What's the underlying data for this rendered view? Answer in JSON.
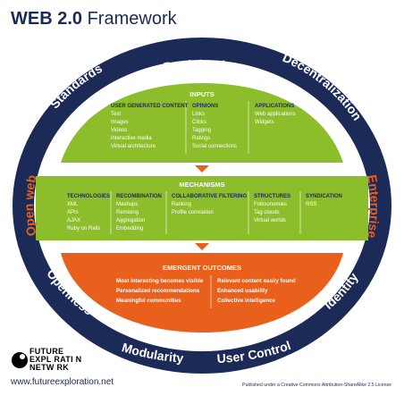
{
  "title": {
    "bold": "WEB 2.0",
    "rest": " Framework"
  },
  "ring_labels": {
    "participation": "Participation",
    "decentralization": "Decentralization",
    "standards": "Standards",
    "openness": "Openness",
    "modularity": "Modularity",
    "user_control": "User Control",
    "identity": "Identity",
    "open_web": "Open web",
    "enterprise": "Enterprise"
  },
  "inputs": {
    "heading": "INPUTS",
    "columns": [
      {
        "heading": "USER GENERATED CONTENT",
        "items": [
          "Text",
          "Images",
          "Videos",
          "Interactive media",
          "Virtual architecture"
        ]
      },
      {
        "heading": "OPINIONS",
        "items": [
          "Links",
          "Clicks",
          "Tagging",
          "Ratings",
          "Social connections"
        ]
      },
      {
        "heading": "APPLICATIONS",
        "items": [
          "Web applications",
          "Widgets"
        ]
      }
    ]
  },
  "mechanisms": {
    "heading": "MECHANISMS",
    "columns": [
      {
        "heading": "TECHNOLOGIES",
        "items": [
          "XML",
          "APIs",
          "AJAX",
          "Ruby on Rails"
        ]
      },
      {
        "heading": "RECOMBINATION",
        "items": [
          "Mashups",
          "Remixing",
          "Aggregation",
          "Embedding"
        ]
      },
      {
        "heading": "COLLABORATIVE FILTERING",
        "items": [
          "Ranking",
          "Profile correlation"
        ]
      },
      {
        "heading": "STRUCTURES",
        "items": [
          "Folksonomies",
          "Tag clouds",
          "Virtual worlds"
        ]
      },
      {
        "heading": "SYNDICATION",
        "items": [
          "RSS"
        ]
      }
    ]
  },
  "outcomes": {
    "heading": "EMERGENT OUTCOMES",
    "left": [
      "Most interesting becomes visible",
      "Personalized recommendations",
      "Meaningful communities"
    ],
    "right": [
      "Relevant content easily found",
      "Enhanced usability",
      "Collective intelligence"
    ]
  },
  "logo": {
    "line1": "FUTURE",
    "line2": "EXPL RATI N",
    "line3": "NETW RK"
  },
  "url": "www.futureexploration.net",
  "license": "Published under a Creative Commons Attribution-ShareAlike 2.5 License",
  "colors": {
    "navy": "#1b2a57",
    "green": "#8cbd2a",
    "orange": "#e8601c",
    "white": "#ffffff"
  }
}
